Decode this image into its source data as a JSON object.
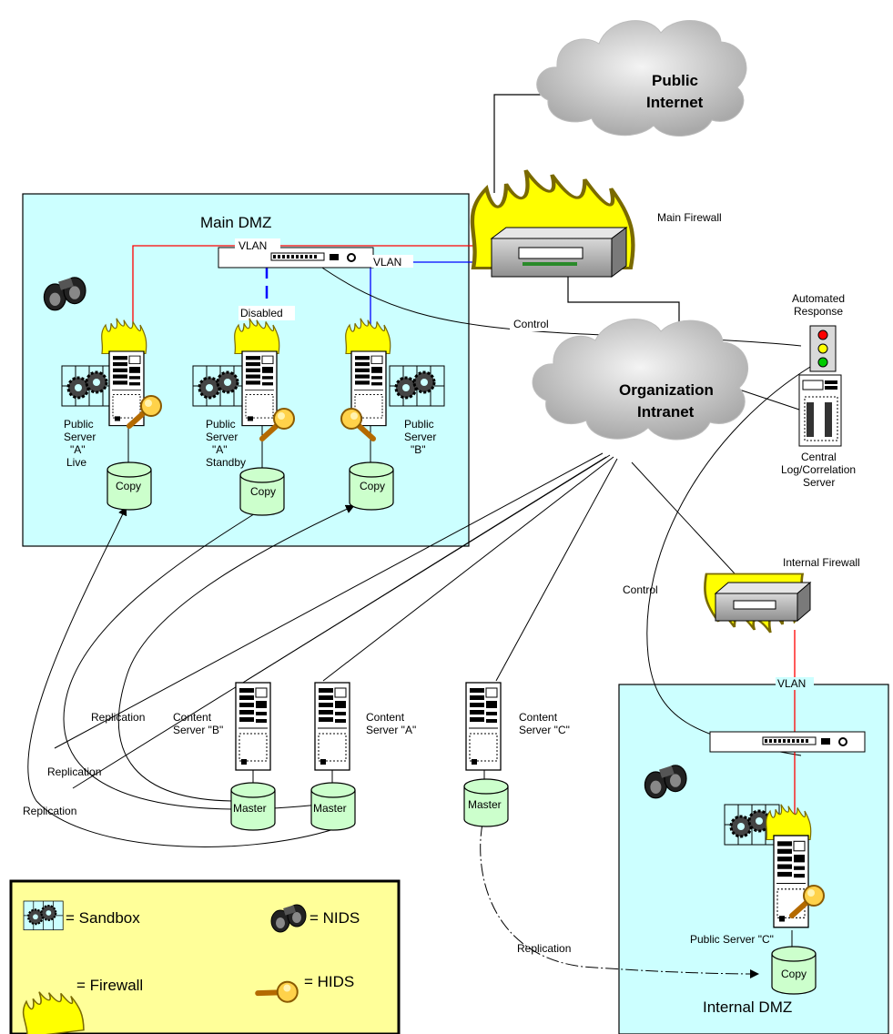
{
  "zones": {
    "main_dmz": "Main DMZ",
    "internal_dmz": "Internal DMZ",
    "public_internet": [
      "Public",
      "Internet"
    ],
    "organization_intranet": [
      "Organization",
      "Intranet"
    ]
  },
  "devices": {
    "main_firewall": "Main Firewall",
    "internal_firewall": "Internal Firewall",
    "automated_response": [
      "Automated",
      "Response"
    ],
    "central_log": [
      "Central",
      "Log/Correlation",
      "Server"
    ],
    "server_a_live": [
      "Public",
      "Server",
      "\"A\"",
      "Live"
    ],
    "server_a_standby": [
      "Public",
      "Server",
      "\"A\"",
      "Standby"
    ],
    "server_b": [
      "Public",
      "Server",
      "\"B\""
    ],
    "server_c": "Public Server \"C\"",
    "content_b": [
      "Content",
      "Server \"B\""
    ],
    "content_a": [
      "Content",
      "Server \"A\""
    ],
    "content_c": [
      "Content",
      "Server \"C\""
    ]
  },
  "storage": {
    "copy": "Copy",
    "master": "Master"
  },
  "links": {
    "vlan": "VLAN",
    "disabled": "Disabled",
    "control": "Control",
    "replication": "Replication"
  },
  "legend": {
    "sandbox": "= Sandbox",
    "nids": "= NIDS",
    "firewall": "= Firewall",
    "hids": "= HIDS"
  },
  "colors": {
    "dmz_fill": "#ccffff",
    "legend_fill": "#ffff99",
    "cylinder_fill": "#ccffcc",
    "flame": "#ffff00",
    "vlan_red": "#ff0000",
    "vlan_blue": "#0000ff"
  }
}
